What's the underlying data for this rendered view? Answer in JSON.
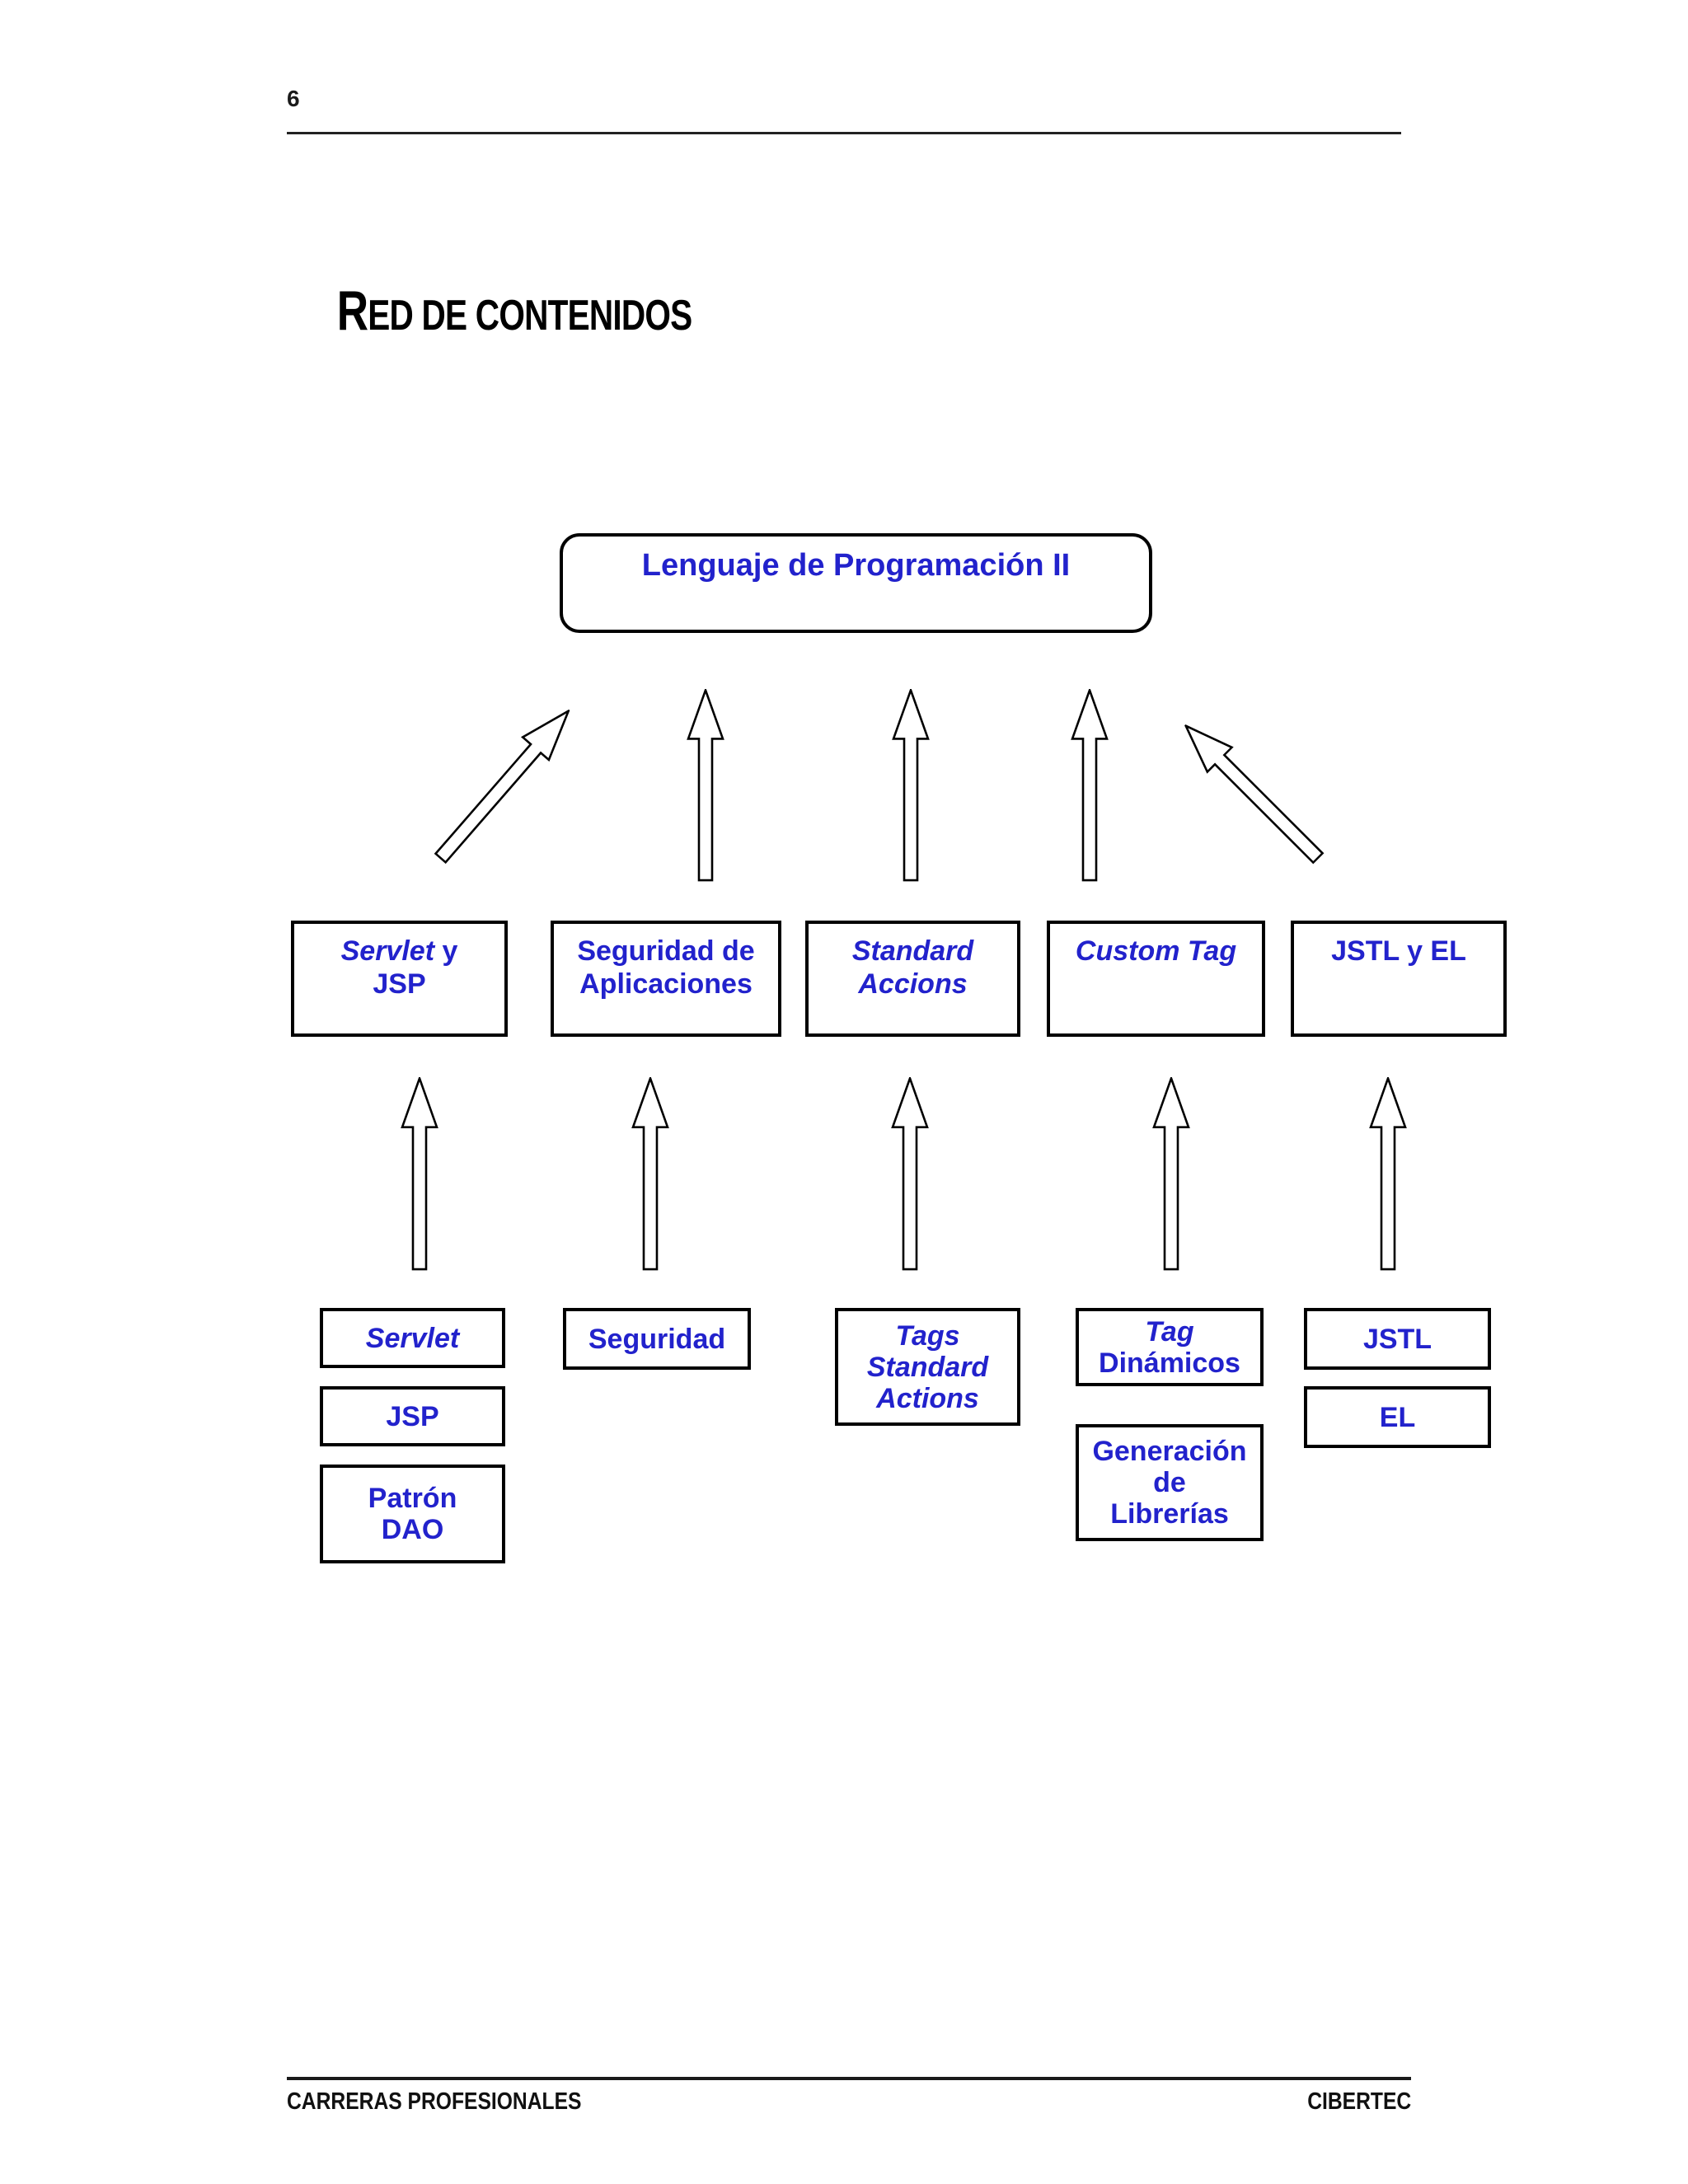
{
  "page_number": "6",
  "title": {
    "first_letter": "R",
    "rest": "ED DE CONTENIDOS"
  },
  "footer": {
    "left": "CARRERAS PROFESIONALES",
    "right": "CIBERTEC"
  },
  "colors": {
    "node_text": "#2222cc",
    "border": "#000000",
    "shadow": "#c9c9c9"
  },
  "diagram": {
    "root": {
      "label": "Lenguaje de Programación II"
    },
    "level2": {
      "servlet_jsp": {
        "line1_italic": "Servlet",
        "line1_rest": " y",
        "line2": "JSP"
      },
      "seguridad_aplicaciones": {
        "line1": "Seguridad de",
        "line2": "Aplicaciones"
      },
      "standard_accions": {
        "line1": "Standard",
        "line2": "Accions"
      },
      "custom_tag": {
        "label": "Custom Tag"
      },
      "jstl_el": {
        "label": "JSTL y EL"
      }
    },
    "level3": {
      "servlet": {
        "label": "Servlet"
      },
      "jsp": {
        "label": "JSP"
      },
      "patron_dao": {
        "line1": "Patrón",
        "line2": "DAO"
      },
      "seguridad": {
        "label": "Seguridad"
      },
      "tags_standard_actions": {
        "line1": "Tags",
        "line2": "Standard",
        "line3": "Actions"
      },
      "tag_dinamicos": {
        "line1_italic": "Tag",
        "line2": "Dinámicos"
      },
      "generacion_librerias": {
        "line1": "Generación",
        "line2": "de",
        "line3": "Librerías"
      },
      "jstl": {
        "label": "JSTL"
      },
      "el": {
        "label": "EL"
      }
    }
  }
}
